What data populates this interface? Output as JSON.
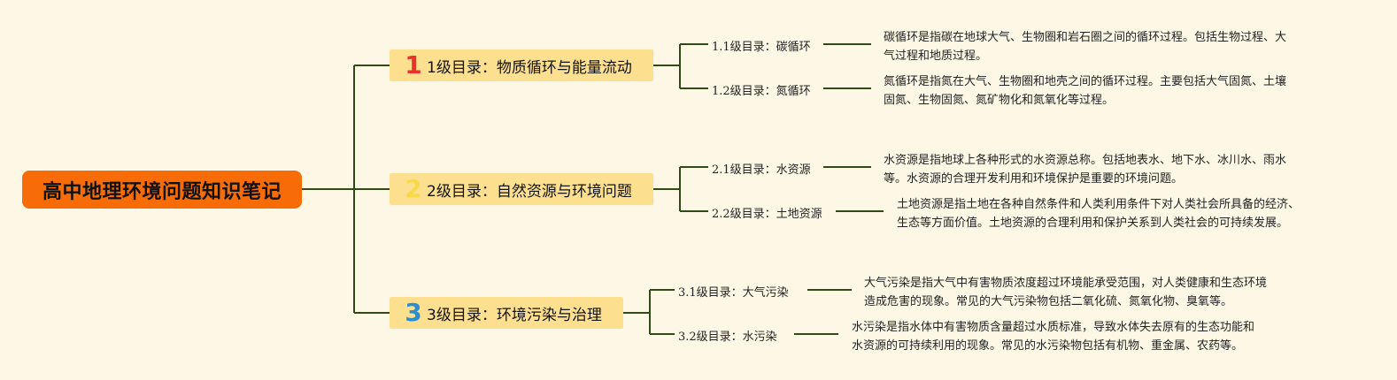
{
  "root": {
    "title": "高中地理环境问题知识笔记"
  },
  "branches": [
    {
      "number": "1",
      "number_color": "#e8322b",
      "label": "1级目录：物质循环与能量流动",
      "children": [
        {
          "label": "1.1级目录：碳循环",
          "desc": [
            "碳循环是指碳在地球大气、生物圈和岩石圈之间的循环过程。包括生物过程、大",
            "气过程和地质过程。"
          ]
        },
        {
          "label": "1.2级目录：氮循环",
          "desc": [
            "氮循环是指氮在大气、生物圈和地壳之间的循环过程。主要包括大气固氮、土壤",
            "固氮、生物固氮、氮矿物化和氮氧化等过程。"
          ]
        }
      ]
    },
    {
      "number": "2",
      "number_color": "#f7d94a",
      "label": "2级目录：自然资源与环境问题",
      "children": [
        {
          "label": "2.1级目录：水资源",
          "desc": [
            "水资源是指地球上各种形式的水资源总称。包括地表水、地下水、冰川水、雨水",
            "等。水资源的合理开发利用和环境保护是重要的环境问题。"
          ]
        },
        {
          "label": "2.2级目录：土地资源",
          "desc": [
            "土地资源是指土地在各种自然条件和人类利用条件下对人类社会所具备的经济、",
            "生态等方面价值。土地资源的合理利用和保护关系到人类社会的可持续发展。"
          ]
        }
      ]
    },
    {
      "number": "3",
      "number_color": "#2a8fd0",
      "label": "3级目录：环境污染与治理",
      "children": [
        {
          "label": "3.1级目录：大气污染",
          "desc": [
            "大气污染是指大气中有害物质浓度超过环境能承受范围，对人类健康和生态环境",
            "造成危害的现象。常见的大气污染物包括二氧化硫、氮氧化物、臭氧等。"
          ]
        },
        {
          "label": "3.2级目录：水污染",
          "desc": [
            "水污染是指水体中有害物质含量超过水质标准，导致水体失去原有的生态功能和",
            "水资源的可持续利用的现象。常见的水污染物包括有机物、重金属、农药等。"
          ]
        }
      ]
    }
  ],
  "colors": {
    "background": "#fdf8e6",
    "root": "#f76c06",
    "level1": "#fde08f",
    "connector": "#2f4a14"
  }
}
